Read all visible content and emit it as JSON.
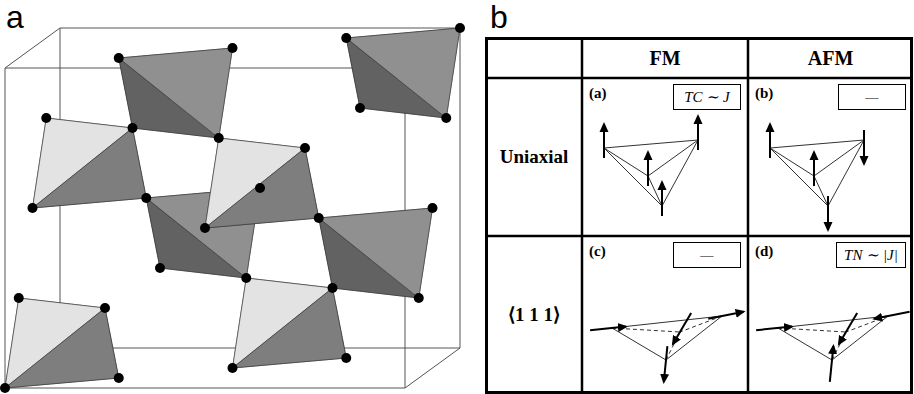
{
  "diagram": {
    "nodes": [
      {
        "text": [
          "FM"
        ]
      },
      {
        "text": [
          "AFM"
        ]
      },
      {
        "text": [
          "Uniaxial"
        ]
      },
      {
        "text": [
          "(a)"
        ]
      },
      {
        "text": [
          "TC ∼ J"
        ],
        "in": 3
      },
      {
        "text": [
          "(b)"
        ]
      },
      {
        "text": [
          "—"
        ],
        "in": 5
      },
      {
        "text": [
          "⟨1 1 1⟩"
        ]
      },
      {
        "text": [
          "(c)"
        ]
      },
      {
        "text": [
          "—"
        ],
        "in": 8
      },
      {
        "text": [
          "(d)"
        ]
      },
      {
        "text": [
          "TN ∼ |J|"
        ],
        "in": 10
      }
    ],
    "labels": [
      "a",
      "b"
    ]
  }
}
